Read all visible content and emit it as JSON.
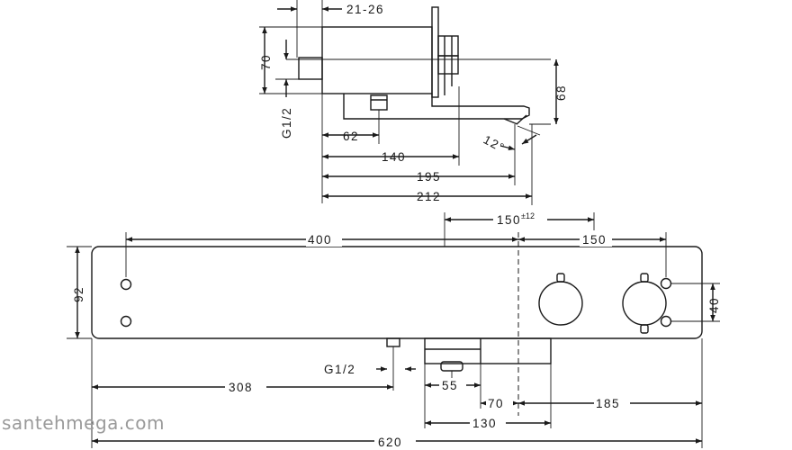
{
  "top_view": {
    "dim_depth": "21-26",
    "dim_height": "70",
    "dim_thread": "G1/2",
    "dim_spout_drop": "68",
    "dim_angle": "12°",
    "dim_62": "62",
    "dim_140": "140",
    "dim_195": "195",
    "dim_212": "212"
  },
  "front_view": {
    "dim_400": "400",
    "dim_150_tol_value": "150",
    "dim_150_tol_sup": "±12",
    "dim_150": "150",
    "dim_92": "92",
    "dim_40": "40",
    "dim_thread": "G1/2",
    "dim_308": "308",
    "dim_55": "55",
    "dim_70": "70",
    "dim_185": "185",
    "dim_130": "130",
    "dim_620": "620"
  },
  "watermark": "santehmega.com"
}
